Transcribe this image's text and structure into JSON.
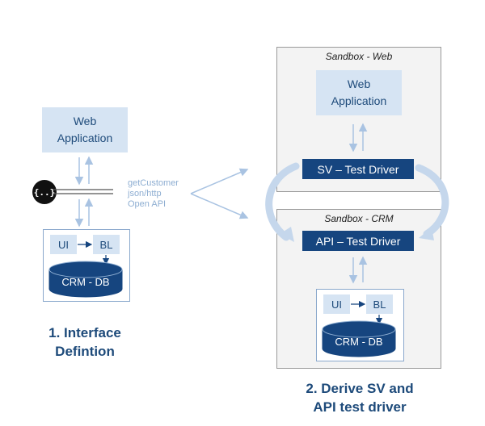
{
  "left": {
    "web_app": {
      "line1": "Web",
      "line2": "Application"
    },
    "api_icon_label": "{..}",
    "annotations": {
      "line1": "getCustomer",
      "line2": "json/http",
      "line3": "Open API"
    },
    "ui": "UI",
    "bl": "BL",
    "db": "CRM - DB",
    "caption": {
      "line1": "1. Interface",
      "line2": "Defintion"
    }
  },
  "right": {
    "sandbox_web": {
      "title": "Sandbox - Web",
      "web_app": {
        "line1": "Web",
        "line2": "Application"
      },
      "driver": "SV – Test Driver"
    },
    "sandbox_crm": {
      "title": "Sandbox  - CRM",
      "driver": "API – Test Driver",
      "ui": "UI",
      "bl": "BL",
      "db": "CRM - DB"
    },
    "caption": {
      "line1": "2. Derive SV and",
      "line2": "API test driver"
    }
  },
  "colors": {
    "dark_blue": "#16457f",
    "light_blue": "#d6e4f3",
    "arrow_blue": "#a9c3e2"
  }
}
